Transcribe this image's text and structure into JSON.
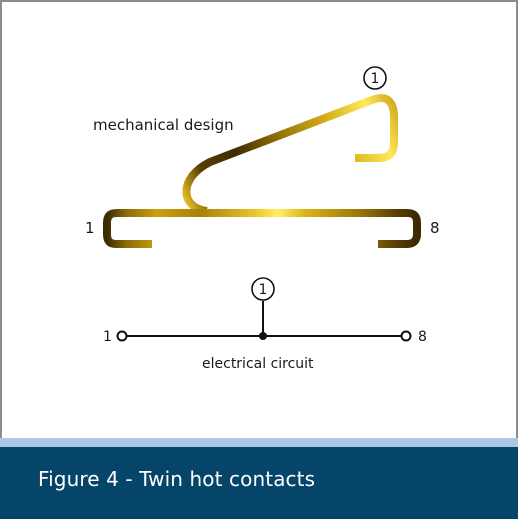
{
  "figure": {
    "mechanical_label": "mechanical design",
    "electrical_label": "electrical circuit",
    "contact_marker": "1",
    "terminal_left": "1",
    "terminal_right": "8",
    "caption": "Figure 4 - Twin hot contacts"
  },
  "colors": {
    "gold_light": "#fff06a",
    "gold_mid": "#c9a10f",
    "gold_dark": "#4a3303",
    "caption_bar": "#05456a",
    "caption_strip": "#a9c9e4",
    "frame_border": "#8c8c8c"
  }
}
